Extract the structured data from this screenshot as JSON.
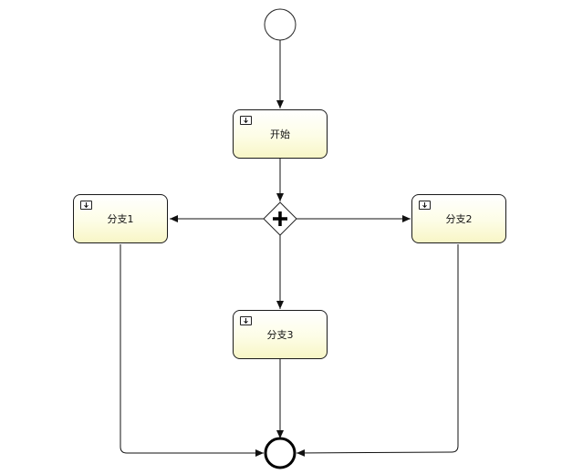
{
  "diagram": {
    "tasks": [
      {
        "id": "start-task",
        "label": "开始"
      },
      {
        "id": "branch-1",
        "label": "分支1"
      },
      {
        "id": "branch-2",
        "label": "分支2"
      },
      {
        "id": "branch-3",
        "label": "分支3"
      }
    ],
    "events": {
      "start": "start-event",
      "end": "end-event"
    },
    "gateway": "parallel-gateway",
    "task_marker_icon": "download-arrow-icon",
    "colors": {
      "stroke": "#1a1a1a",
      "task_fill_top": "#ffffff",
      "task_fill_bottom": "#f8f6c6"
    }
  }
}
